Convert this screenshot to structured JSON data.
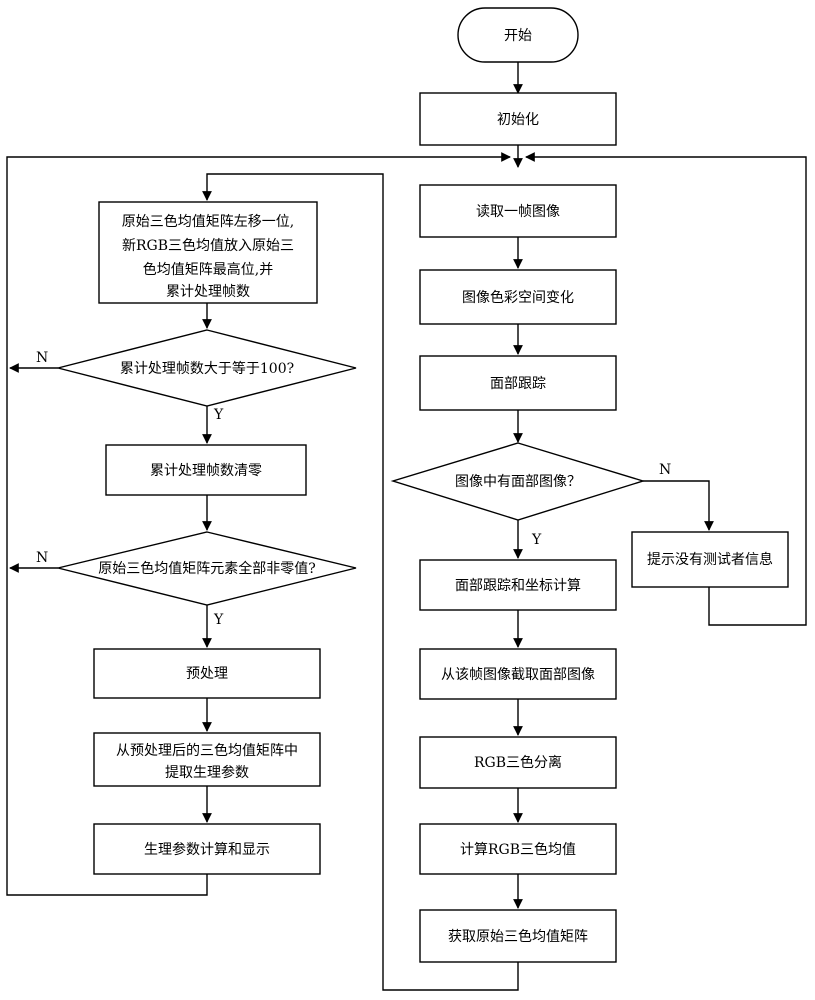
{
  "flowchart": {
    "start": "开始",
    "init": "初始化",
    "read_frame": "读取一帧图像",
    "color_space": "图像色彩空间变化",
    "face_tracking": "面部跟踪",
    "has_face": "图像中有面部图像？",
    "no_tester": "提示没有测试者信息",
    "face_coords": "面部跟踪和坐标计算",
    "crop_face": "从该帧图像截取面部图像",
    "rgb_split": "RGB三色分离",
    "rgb_mean": "计算RGB三色均值",
    "get_matrix": "获取原始三色均值矩阵",
    "shift_matrix": [
      "原始三色均值矩阵左移一位,",
      "新RGB三色均值放入原始三",
      "色均值矩阵最高位,并",
      "累计处理帧数"
    ],
    "frames_check": "累计处理帧数大于等于100?",
    "clear_count": "累计处理帧数清零",
    "nonzero_check": "原始三色均值矩阵元素全部非零值?",
    "preprocess": "预处理",
    "extract": [
      "从预处理后的三色均值矩阵中",
      "提取生理参数"
    ],
    "compute_show": "生理参数计算和显示",
    "yes": "Y",
    "no": "N"
  }
}
